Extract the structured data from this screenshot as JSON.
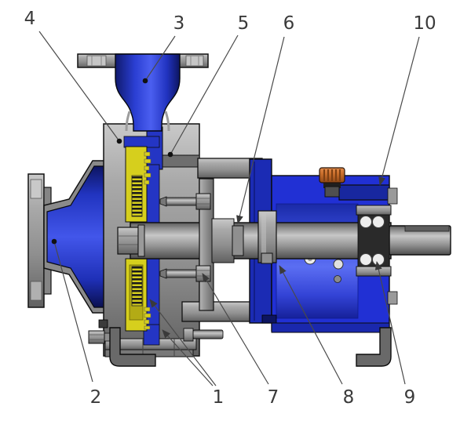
{
  "figure": {
    "kind": "pump-cross-section-diagram"
  },
  "colors": {
    "casing_blue": "#2435c4",
    "housing_blue": "#2130d4",
    "impeller_yellow": "#d6cf1d",
    "metal_gray": "#8f8f8f",
    "filler_cap_orange": "#c96e2b",
    "outline": "#111111",
    "leader_line": "#4a4a4a",
    "label_text": "#3a3a3a",
    "background": "#ffffff"
  },
  "callouts": [
    {
      "label": "1",
      "marker": "arrow"
    },
    {
      "label": "2",
      "marker": "dot"
    },
    {
      "label": "3",
      "marker": "dot"
    },
    {
      "label": "4",
      "marker": "dot"
    },
    {
      "label": "5",
      "marker": "dot"
    },
    {
      "label": "6",
      "marker": "arrow"
    },
    {
      "label": "7",
      "marker": "arrow"
    },
    {
      "label": "8",
      "marker": "arrow"
    },
    {
      "label": "9",
      "marker": "arrow"
    },
    {
      "label": "10",
      "marker": "arrow"
    }
  ]
}
